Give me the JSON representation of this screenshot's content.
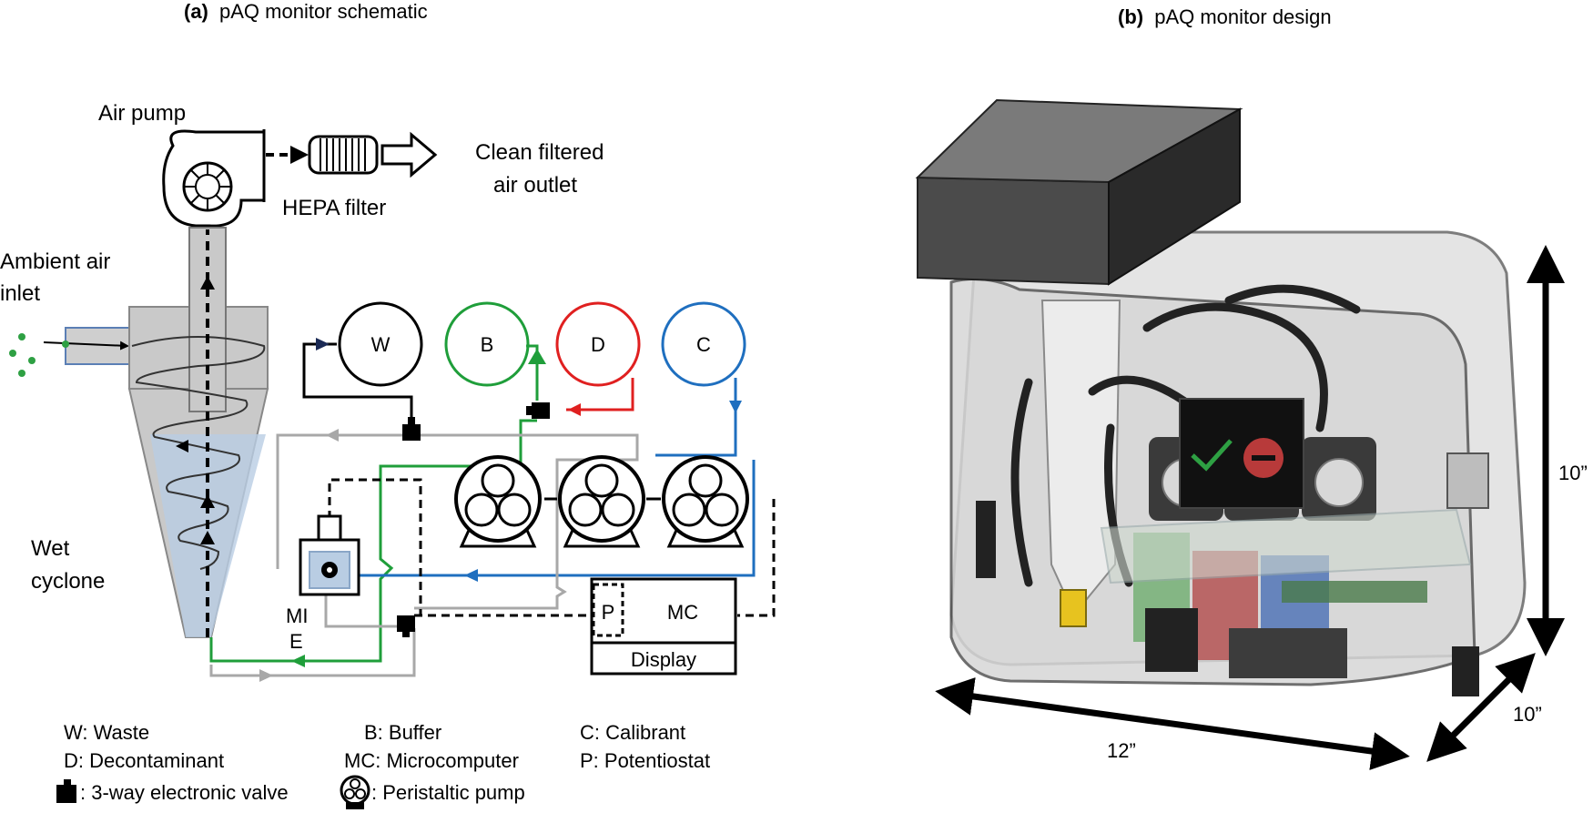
{
  "panel_a": {
    "title_tag": "(a)",
    "title": "pAQ monitor schematic",
    "labels": {
      "air_pump": "Air pump",
      "hepa_filter": "HEPA filter",
      "clean_air_1": "Clean filtered",
      "clean_air_2": "air outlet",
      "ambient_1": "Ambient air",
      "ambient_2": "inlet",
      "wet_1": "Wet",
      "wet_2": "cyclone",
      "mie_1": "MI",
      "mie_2": "E",
      "mc": "MC",
      "p": "P",
      "display": "Display"
    },
    "reservoirs": [
      {
        "letter": "W",
        "color": "#000000"
      },
      {
        "letter": "B",
        "color": "#1f9e3a"
      },
      {
        "letter": "D",
        "color": "#e02020"
      },
      {
        "letter": "C",
        "color": "#1f6fbf"
      }
    ],
    "legend": {
      "waste": "W: Waste",
      "buffer": "B:  Buffer",
      "calibrant": "C: Calibrant",
      "decontaminant": "D:  Decontaminant",
      "microcomputer": "MC: Microcomputer",
      "potentiostat": "P: Potentiostat",
      "valve": ": 3-way electronic valve",
      "pump": ": Peristaltic pump"
    }
  },
  "panel_b": {
    "title_tag": "(b)",
    "title": "pAQ monitor design",
    "dim_height": "10”",
    "dim_depth": "10”",
    "dim_width": "12”"
  },
  "colors": {
    "buffer_line": "#1f9e3a",
    "decon_line": "#e02020",
    "calibrant_line": "#1f6fbf",
    "recirculation_line": "#a8a8a8",
    "cyclone_fill": "#c9c9c9",
    "liquid_fill": "#b9cde3"
  }
}
